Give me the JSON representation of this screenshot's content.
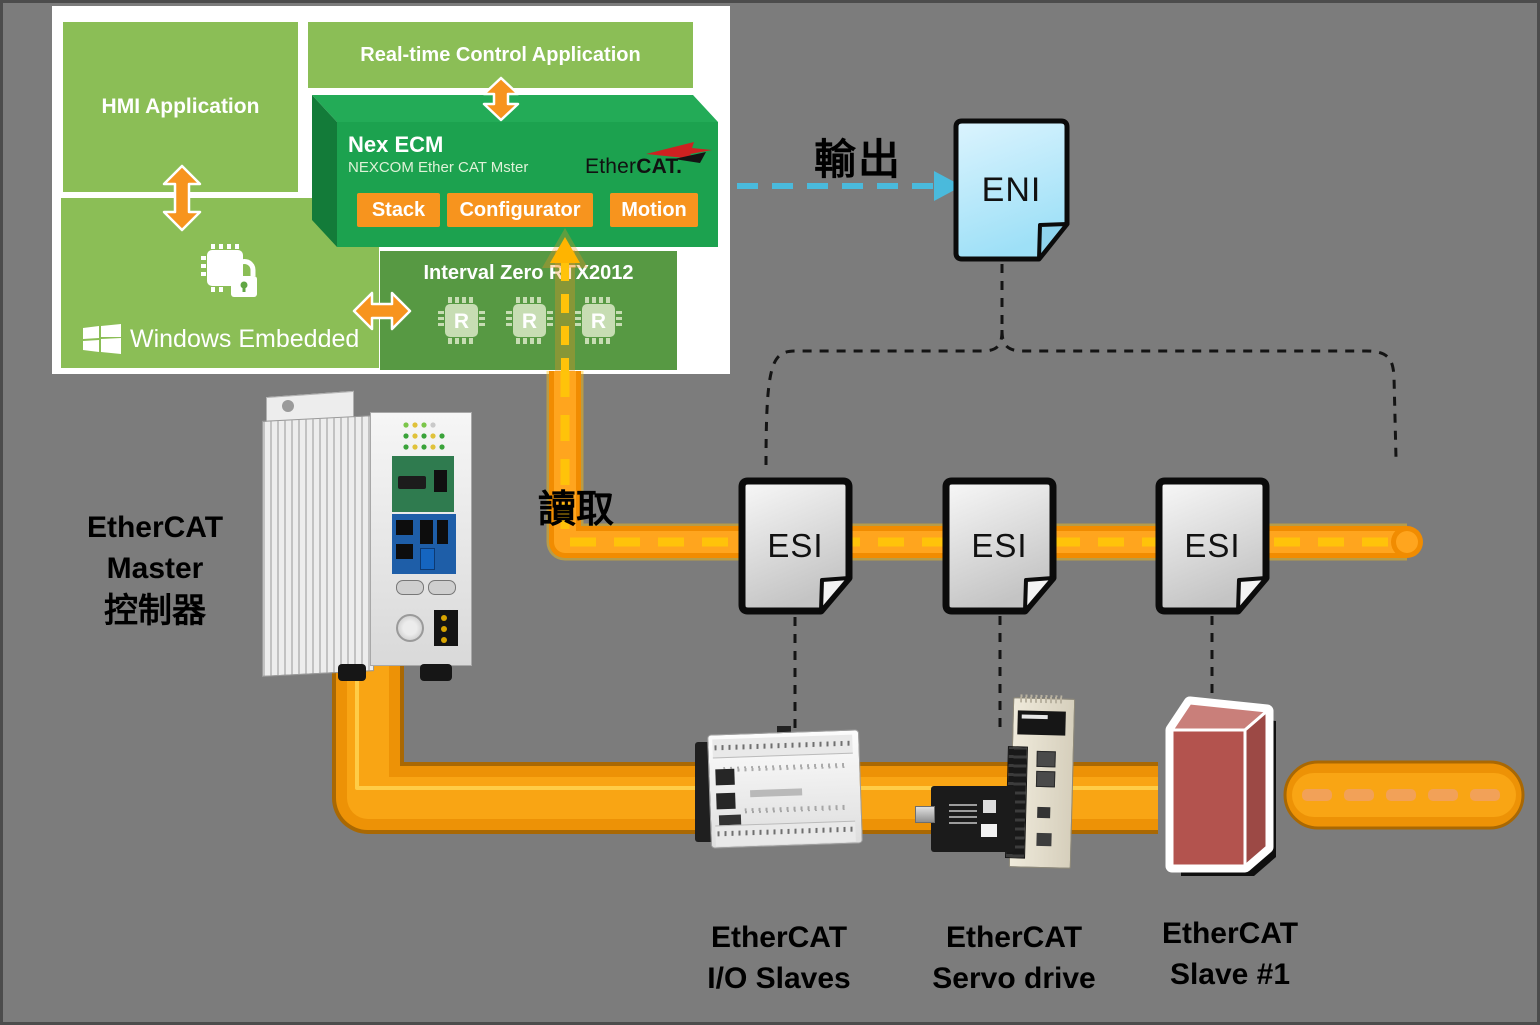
{
  "stack_panel": {
    "hmi_label": "HMI Application",
    "rt_label": "Real-time Control Application",
    "nexecm_title": "Nex ECM",
    "nexecm_subtitle": "NEXCOM Ether CAT Mster",
    "ethercat_logo_normal": "Ether",
    "ethercat_logo_bold": "CAT.",
    "buttons": {
      "stack": "Stack",
      "configurator": "Configurator",
      "motion": "Motion"
    },
    "interval_label": "Interval Zero RTX2012",
    "chip_letter": "R",
    "windows_label": "Windows Embedded"
  },
  "flow": {
    "output_label": "輸出",
    "read_label": "讀取",
    "eni_label": "ENI",
    "esi_labels": [
      "ESI",
      "ESI",
      "ESI"
    ]
  },
  "captions": {
    "master": {
      "line1": "EtherCAT Master",
      "line2": "控制器"
    },
    "io": {
      "line1": "EtherCAT",
      "line2": "I/O Slaves"
    },
    "servo": {
      "line1": "EtherCAT",
      "line2": "Servo drive"
    },
    "slave1": {
      "line1": "EtherCAT",
      "line2": "Slave #1"
    }
  },
  "colors": {
    "background": "#7C7C7C",
    "light_green": "#8BBE56",
    "interval_green": "#579943",
    "nexecm_green": "#1CA24F",
    "accent_orange": "#F7941E",
    "cable_orange": "#F18C01",
    "dash_yellow": "#FFC30A",
    "arrow_blue": "#4ABADC",
    "eni_blue": "#BEE9F9",
    "slave_red": "#B3534E"
  }
}
